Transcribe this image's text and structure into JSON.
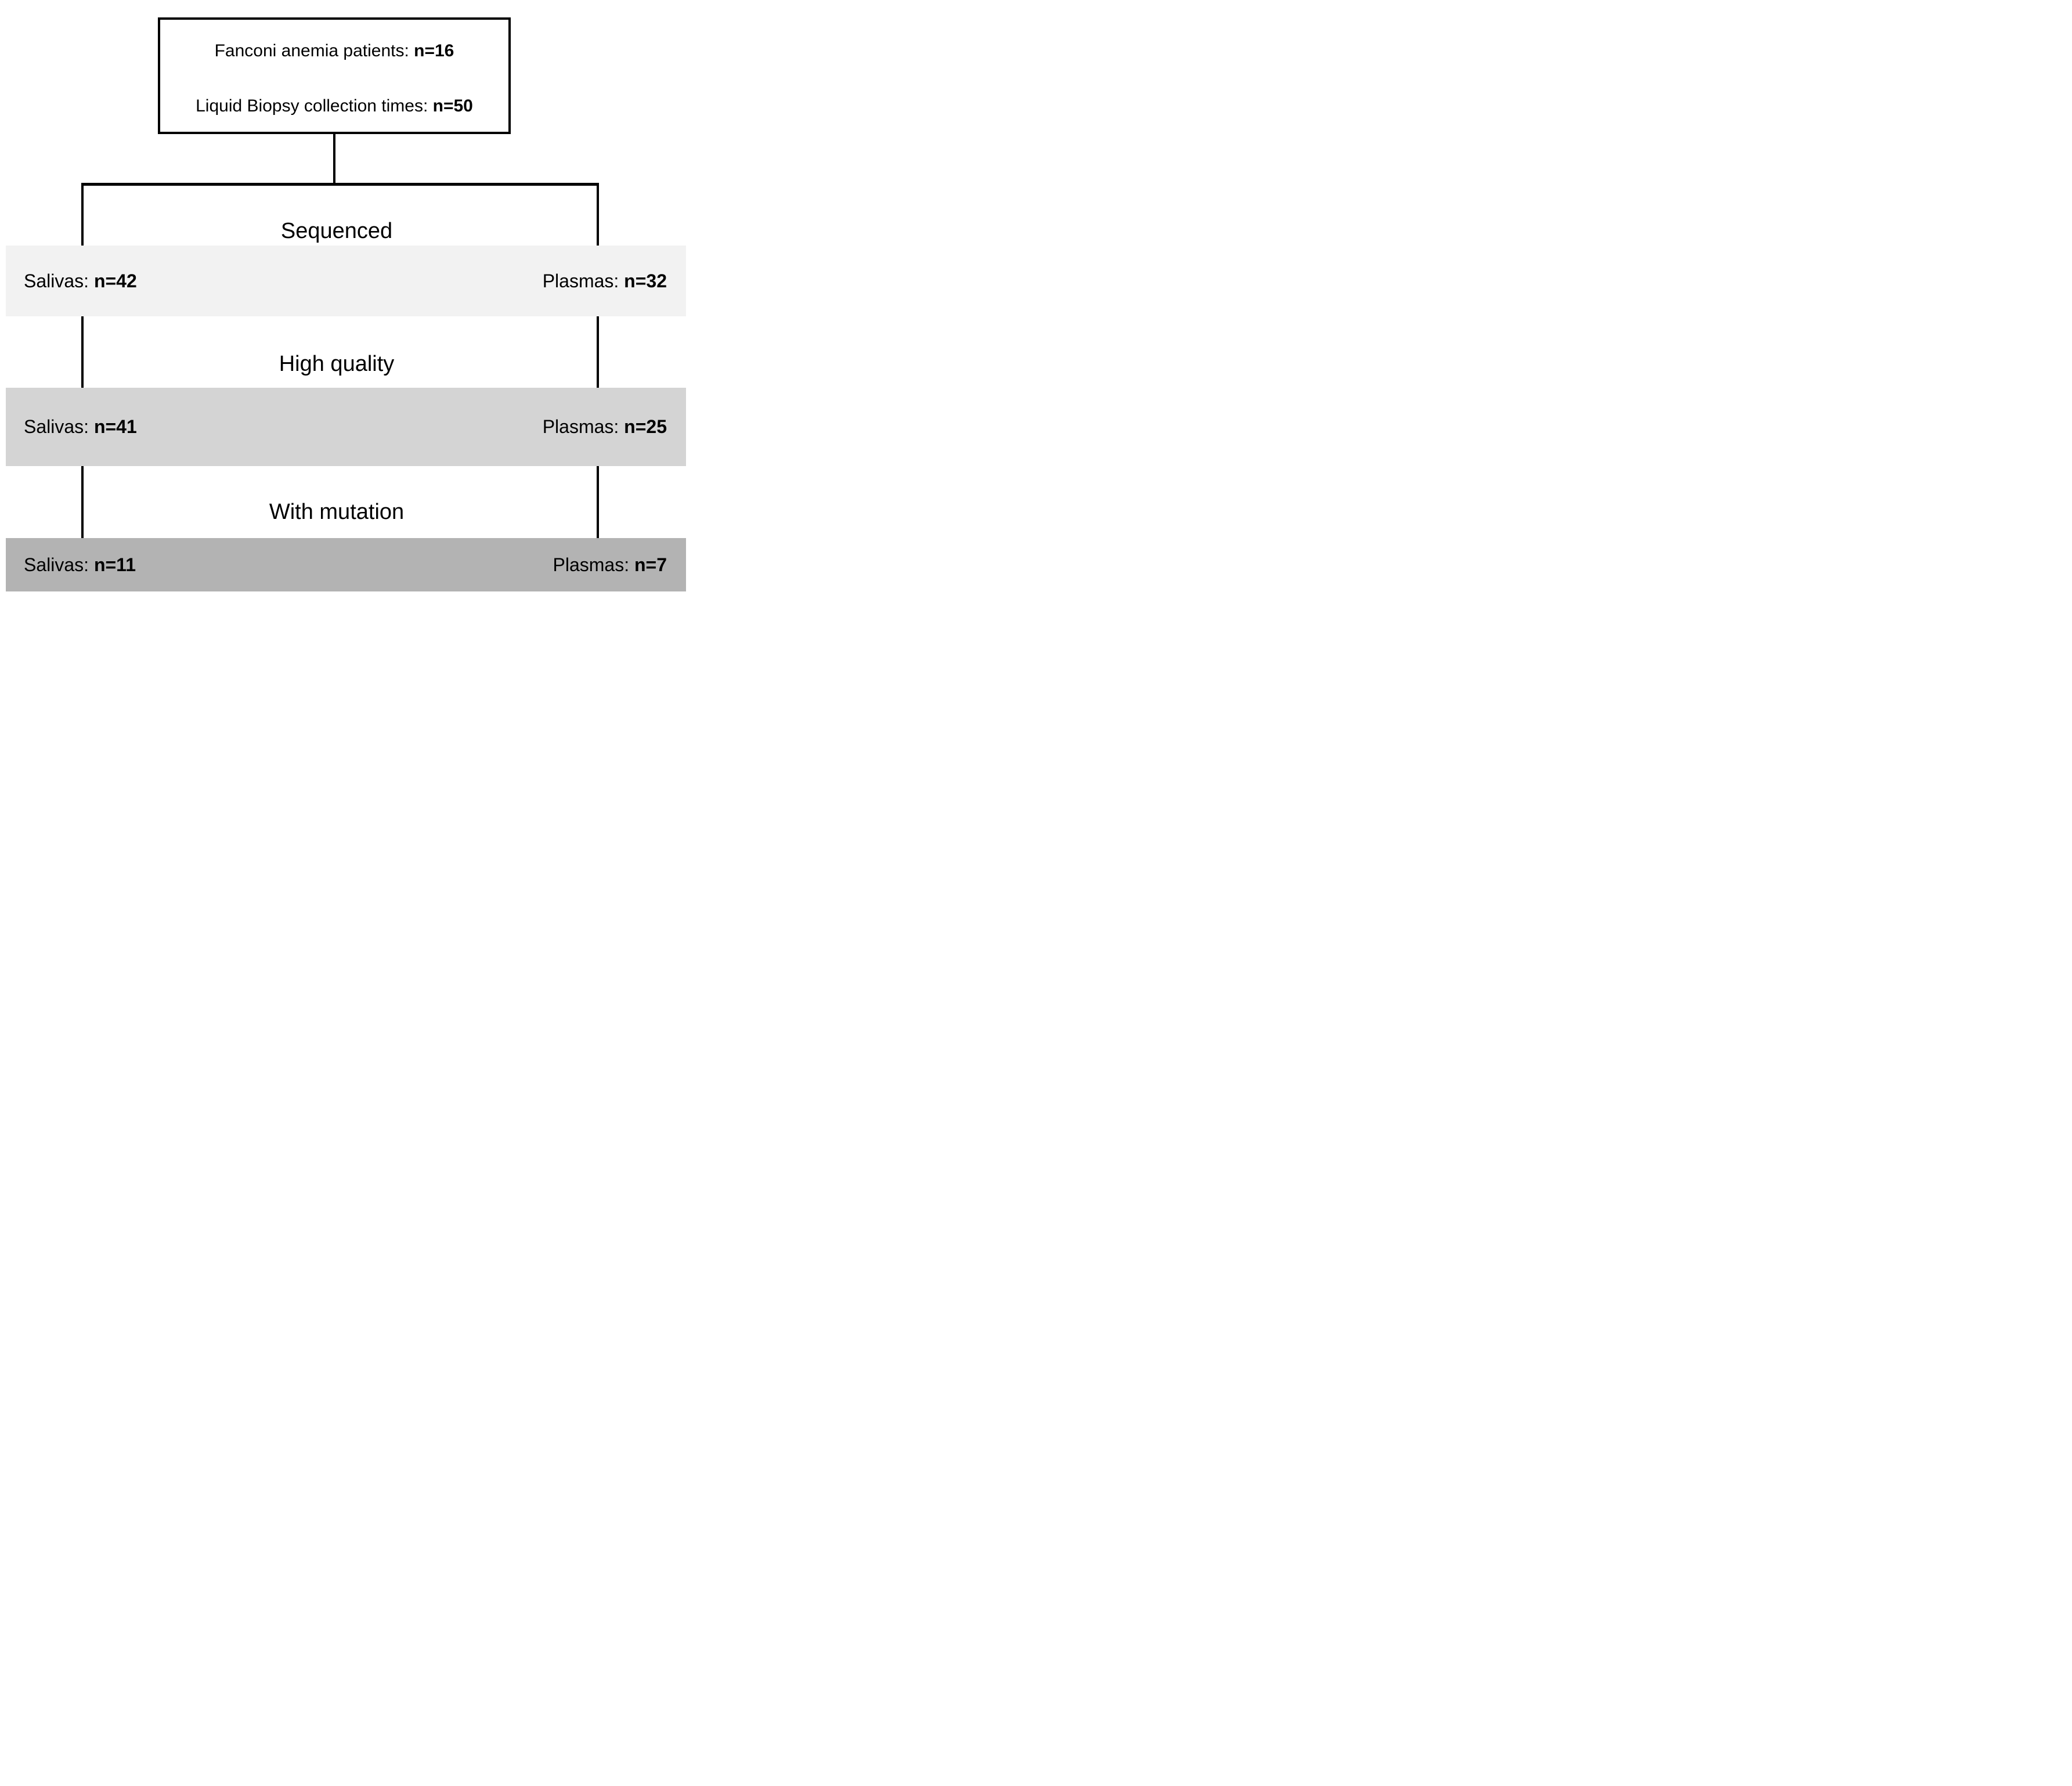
{
  "figure": {
    "background_color": "#ffffff",
    "line_color": "#000000",
    "text_color": "#000000",
    "top_box": {
      "line1_label": "Fanconi anemia patients: ",
      "line1_value": "n=16",
      "line2_label": "Liquid Biopsy collection times: ",
      "line2_value": "n=50"
    },
    "stages": [
      {
        "header": "Sequenced",
        "band_color": "#f2f2f2",
        "left_label": "Salivas: ",
        "left_value": "n=42",
        "right_label": "Plasmas: ",
        "right_value": "n=32"
      },
      {
        "header": "High quality",
        "band_color": "#d4d4d4",
        "left_label": "Salivas: ",
        "left_value": "n=41",
        "right_label": "Plasmas: ",
        "right_value": "n=25"
      },
      {
        "header": "With mutation",
        "band_color": "#b3b3b3",
        "left_label": "Salivas: ",
        "left_value": "n=11",
        "right_label": "Plasmas: ",
        "right_value": "n=7"
      }
    ]
  }
}
